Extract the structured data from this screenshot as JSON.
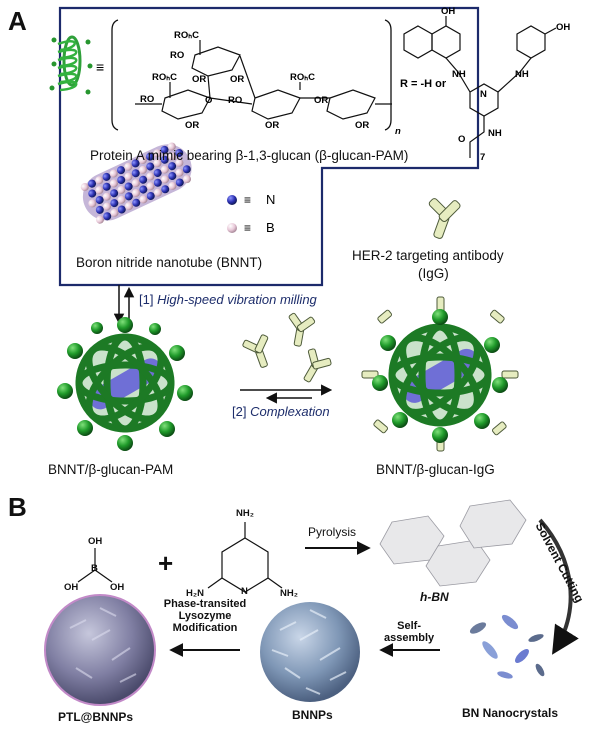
{
  "panel_a": {
    "letter": "A",
    "pam_label": "Protein A mimic bearing β-1,3-glucan (β-glucan-PAM)",
    "r_label": "R = -H or",
    "legend_n": "N",
    "legend_b": "B",
    "legend_symbol": "≡",
    "bnnt_label": "Boron nitride nanotube (BNNT)",
    "antibody_label_1": "HER-2 targeting antibody",
    "antibody_label_2": "(IgG)",
    "step1_num": "[1]",
    "step1_text": "High-speed vibration milling",
    "step2_num": "[2]",
    "step2_text": "Complexation",
    "left_product": "BNNT/β-glucan-PAM",
    "right_product": "BNNT/β-glucan-IgG",
    "chem": {
      "ro_h2c_1": "ROₕC",
      "ro_1": "RO",
      "ro_2": "RO",
      "or_1": "OR",
      "or_2": "OR",
      "or_3": "OR",
      "or_4": "OR",
      "or_5": "OR",
      "or_6": "OR",
      "ro_h2c_2": "ROₕC",
      "ro_h2c_3": "ROₕC",
      "ro_3": "RO",
      "n_sub": "n",
      "oh_1": "OH",
      "oh_2": "OH",
      "nh_1": "NH",
      "nh_2": "NH",
      "nh_3": "NH",
      "n_ring": "N",
      "o_atom": "O",
      "seven": "7"
    },
    "colors": {
      "frame": "#1c2a6b",
      "green": "#1f8f2a",
      "nitrogen": "#2a2fb0",
      "boron": "#e8c8d8",
      "igg": "#e6ecc0"
    }
  },
  "panel_b": {
    "letter": "B",
    "boric_oh_1": "OH",
    "boric_b": "B",
    "boric_oh_2": "OH",
    "boric_oh_3": "OH",
    "plus": "+",
    "mel_nh2_top": "NH₂",
    "mel_nh2_left": "H₂N",
    "mel_nh2_right": "NH₂",
    "mel_n": "N",
    "pyrolysis": "Pyrolysis",
    "hbn_label": "h-BN",
    "solvent_cutting": "Solvent Cutting",
    "self_assembly_1": "Self-",
    "self_assembly_2": "assembly",
    "ptl_1": "Phase-transited",
    "ptl_2": "Lysozyme",
    "ptl_3": "Modification",
    "bn_nanocrystals": "BN Nanocrystals",
    "bnnps": "BNNPs",
    "ptl_bnnps": "PTL@BNNPs"
  }
}
